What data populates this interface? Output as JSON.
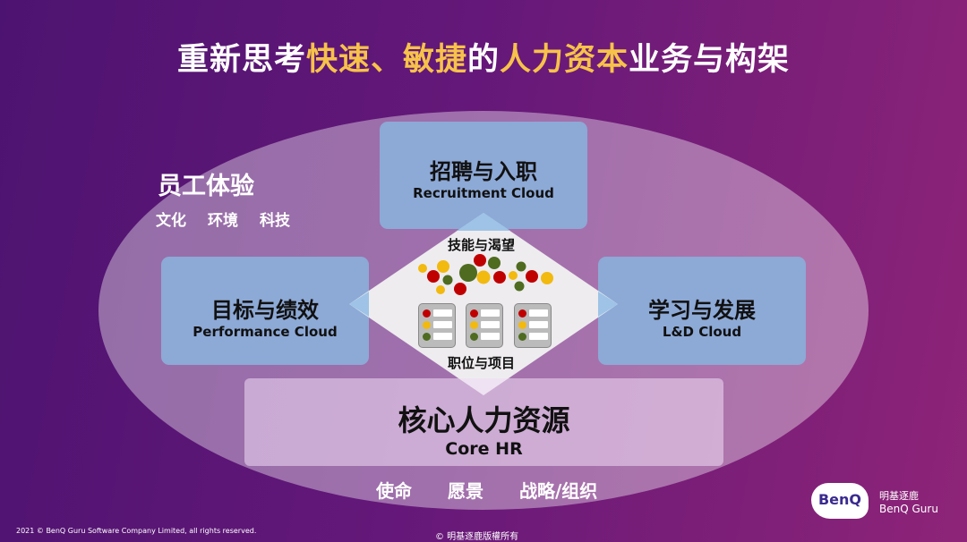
{
  "title": {
    "part1": "重新思考",
    "part2": "快速、敏捷",
    "part3": "的",
    "part4": "人力资本",
    "part5": "业务与构架"
  },
  "experience": {
    "title": "员工体验",
    "items": [
      "文化",
      "环境",
      "科技"
    ]
  },
  "recruitment": {
    "cn": "招聘与入职",
    "en": "Recruitment Cloud"
  },
  "performance": {
    "cn": "目标与绩效",
    "en": "Performance Cloud"
  },
  "learning": {
    "cn": "学习与发展",
    "en": "L&D Cloud"
  },
  "core": {
    "cn": "核心人力资源",
    "en": "Core HR"
  },
  "center": {
    "top": "技能与渴望",
    "bottom": "职位与项目"
  },
  "foundation": [
    "使命",
    "愿景",
    "战略/组织"
  ],
  "footer": {
    "copyright": "2021 © BenQ Guru Software Company Limited, all rights reserved.",
    "center": "© 明基逐鹿版權所有"
  },
  "logo": {
    "mark": "BenQ",
    "cn": "明基逐鹿",
    "en": "BenQ Guru"
  },
  "colors": {
    "accent": "#f7c24a",
    "red": "#c00000",
    "yellow": "#f2b90f",
    "green": "#4f6b1f"
  }
}
